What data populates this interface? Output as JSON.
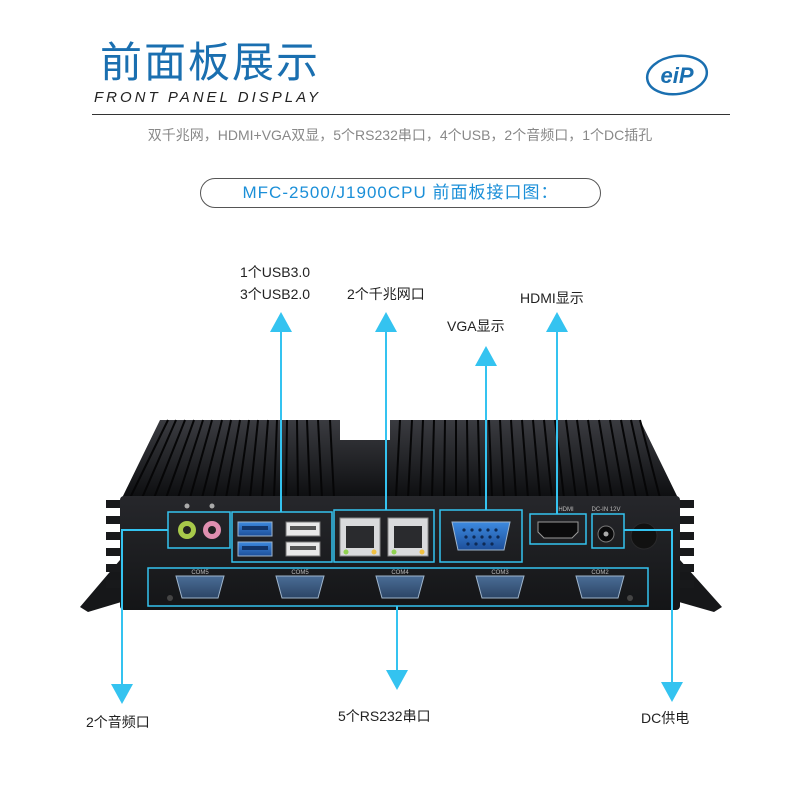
{
  "header": {
    "title_zh": "前面板展示",
    "title_en": "FRONT PANEL DISPLAY",
    "logo_text": "eiP"
  },
  "features": "双千兆网，HDMI+VGA双显，5个RS232串口，4个USB，2个音频口，1个DC插孔",
  "model_label": "MFC-2500/J1900CPU 前面板接口图：",
  "callouts": {
    "usb_line1": "1个USB3.0",
    "usb_line2": "3个USB2.0",
    "lan": "2个千兆网口",
    "vga": "VGA显示",
    "hdmi": "HDMI显示",
    "audio": "2个音频口",
    "serial": "5个RS232串口",
    "dc": "DC供电"
  },
  "panel_marks": {
    "com_ports": [
      "COM5",
      "COM5",
      "COM4",
      "COM3",
      "COM2"
    ],
    "hdmi_tag": "HDMI",
    "dc_tag": "DC-IN 12V"
  },
  "colors": {
    "title_blue": "#1a6fb0",
    "accent_cyan": "#34c3f0",
    "chassis": "#1c1d20",
    "port_blue": "#2a67b8"
  }
}
